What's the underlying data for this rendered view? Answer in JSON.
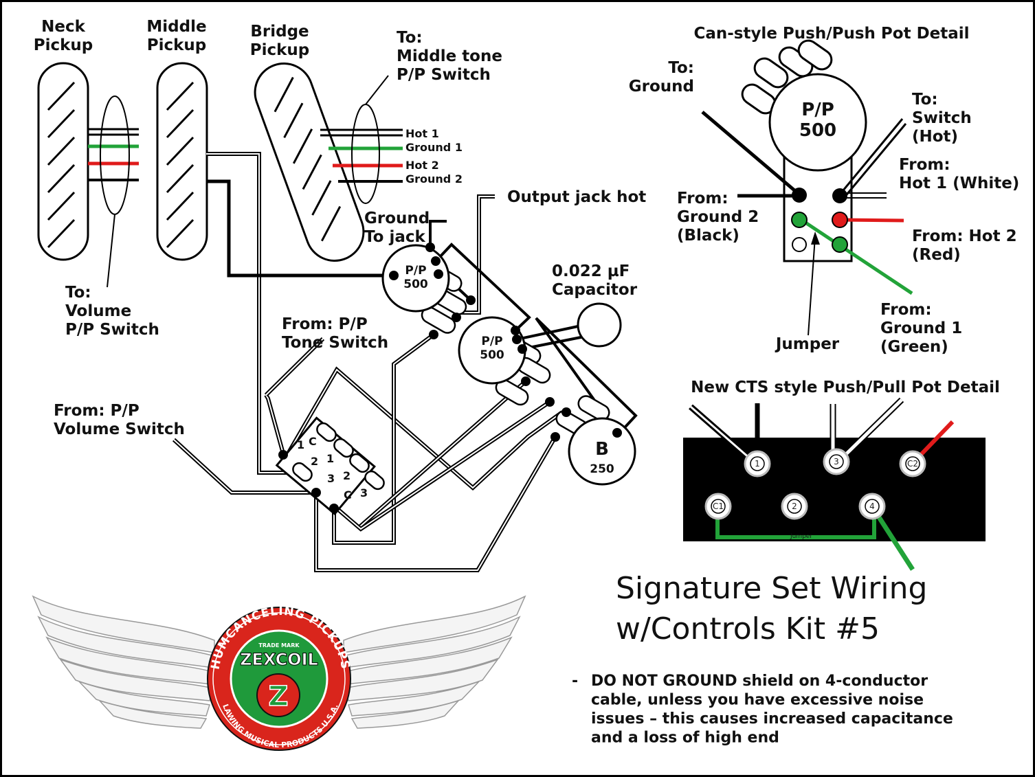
{
  "pickups": {
    "neck": "Neck\nPickup",
    "middle": "Middle\nPickup",
    "bridge": "Bridge\nPickup"
  },
  "labels": {
    "to_middle_tone": "To:\nMiddle tone\nP/P Switch",
    "hot1": "Hot 1",
    "ground1": "Ground 1",
    "hot2": "Hot 2",
    "ground2": "Ground 2",
    "output_jack_hot": "Output jack hot",
    "ground_to_jack": "Ground\nTo jack",
    "capacitor": "0.022 µF\nCapacitor",
    "to_volume_pp": "To:\nVolume\nP/P Switch",
    "from_pp_tone": "From: P/P\nTone Switch",
    "from_pp_volume": "From: P/P\nVolume Switch"
  },
  "pots": {
    "pp_top_line1": "P/P",
    "pp_top_line2": "500",
    "pp_mid_line1": "P/P",
    "pp_mid_line2": "500",
    "b_line1": "B",
    "b_line2": "250"
  },
  "switch_numbers": [
    "1",
    "C",
    "2",
    "1",
    "3",
    "2",
    "C",
    "3"
  ],
  "can_detail": {
    "title": "Can-style Push/Push Pot Detail",
    "pot_line1": "P/P",
    "pot_line2": "500",
    "to_ground": "To:\nGround",
    "to_switch": "To:\nSwitch\n(Hot)",
    "from_hot1": "From:\nHot 1 (White)",
    "from_ground2": "From:\nGround 2\n(Black)",
    "from_hot2": "From: Hot 2\n(Red)",
    "from_ground1": "From:\nGround 1\n(Green)",
    "jumper": "Jumper"
  },
  "cts_detail": {
    "title": "New CTS style Push/Pull Pot Detail",
    "terminals_top": [
      "1",
      "3",
      "C2"
    ],
    "terminals_bottom": [
      "C1",
      "2",
      "4"
    ],
    "jumper": "Jumper"
  },
  "title": "Signature Set Wiring\nw/Controls Kit #5",
  "note_bullet": "-",
  "note": "DO NOT GROUND shield on 4-conductor\ncable, unless you have excessive noise\nissues – this causes increased capacitance\nand a loss of high end",
  "logo": {
    "ring_top": "HUMCANCELING PICKUPS",
    "ring_bottom": "LAWING MUSICAL PRODUCTS U.S.A.",
    "trademark": "TRADE MARK",
    "brand": "ZEXCOIL",
    "letter": "Z"
  },
  "colors": {
    "ground1_green": "#22a339",
    "hot2_red": "#e01b1b",
    "logo_green": "#1f9a3b",
    "logo_red": "#d9251c"
  }
}
